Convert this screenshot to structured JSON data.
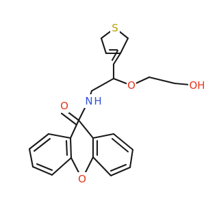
{
  "colors": {
    "bond": "#1a1a1a",
    "carbon": "#1a1a1a",
    "oxygen": "#e8361c",
    "nitrogen": "#3050d8",
    "sulfur": "#b9a000"
  },
  "atom_labels": {
    "sulfur": "S",
    "hydroxyl": "OH",
    "ether_oxygen": "O",
    "amide_nitrogen": "N",
    "amide_hydrogen": "H",
    "carbonyl_oxygen": "O",
    "xanthene_oxygen": "O"
  }
}
